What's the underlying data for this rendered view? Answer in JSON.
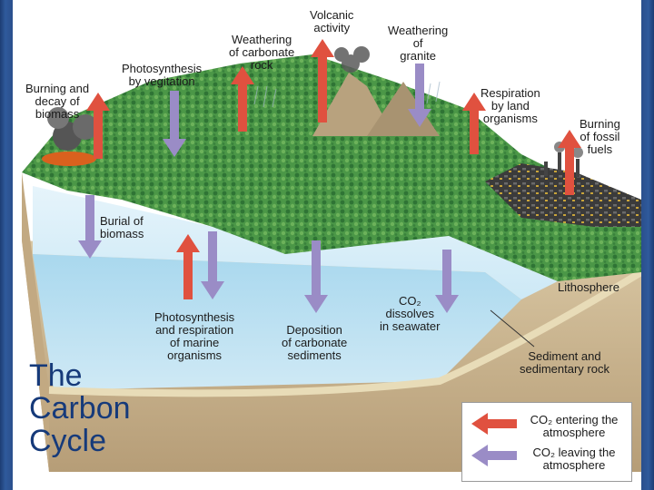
{
  "diagram": {
    "labels": {
      "volcanic": [
        "Volcanic",
        "activity"
      ],
      "weathering_carbonate": [
        "Weathering",
        "of carbonate",
        "rock"
      ],
      "weathering_granite": [
        "Weathering",
        "of",
        "granite"
      ],
      "photosynthesis_veg": [
        "Photosynthesis",
        "by vegitation"
      ],
      "burning_biomass": [
        "Burning and",
        "decay of",
        "biomass"
      ],
      "respiration_land": [
        "Respiration",
        "by land",
        "organisms"
      ],
      "burning_fossil": [
        "Burning",
        "of fossil",
        "fuels"
      ],
      "burial_biomass": [
        "Burial of",
        "biomass"
      ],
      "photosynthesis_marine": [
        "Photosynthesis",
        "and respiration",
        "of marine",
        "organisms"
      ],
      "deposition": [
        "Deposition",
        "of carbonate",
        "sediments"
      ],
      "co2_dissolves": [
        "CO₂",
        "dissolves",
        "in seawater"
      ],
      "lithosphere": [
        "Lithosphere"
      ],
      "sediment": [
        "Sediment and",
        "sedimentary rock"
      ]
    },
    "title": [
      "The",
      "Carbon",
      "Cycle"
    ],
    "legend": {
      "entering": [
        "CO₂ entering the",
        "atmosphere"
      ],
      "leaving": [
        "CO₂ leaving the",
        "atmosphere"
      ]
    },
    "colors": {
      "arrow_up": "#e0513f",
      "arrow_down": "#9a8cc6",
      "ocean": "#bfe3f4",
      "land": "#4f9a4a",
      "rock": "#c9b28c",
      "title": "#163a7a"
    }
  }
}
